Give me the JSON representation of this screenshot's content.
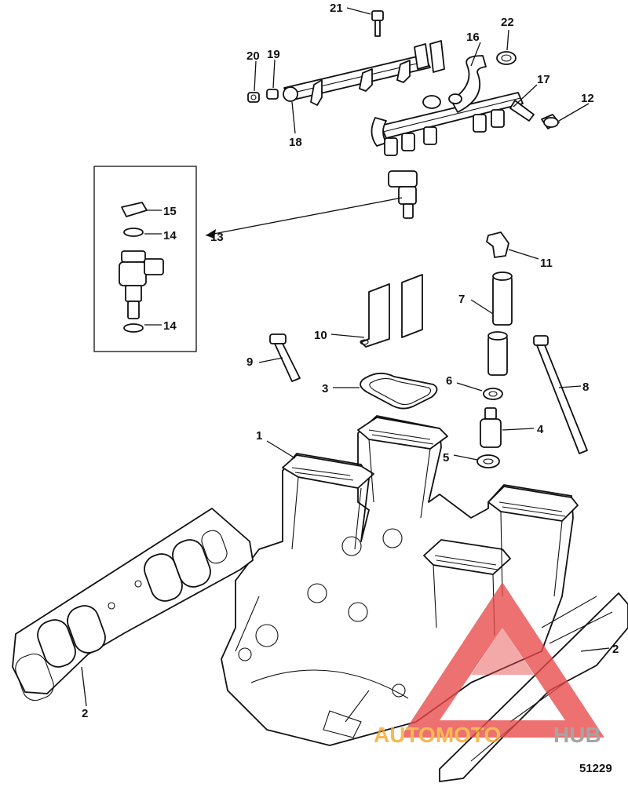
{
  "callouts": {
    "c1": "1",
    "c2a": "2",
    "c2b": "2",
    "c3": "3",
    "c4": "4",
    "c5": "5",
    "c6": "6",
    "c7": "7",
    "c8": "8",
    "c9": "9",
    "c10": "10",
    "c11": "11",
    "c12": "12",
    "c13": "13",
    "c14a": "14",
    "c14b": "14",
    "c15": "15",
    "c16": "16",
    "c17": "17",
    "c18": "18",
    "c19": "19",
    "c20": "20",
    "c21": "21",
    "c22": "22"
  },
  "figure_number": "51229",
  "watermark": {
    "word_orange": "AUTOMOTO",
    "word_gray": "HUB",
    "colors": {
      "triangle": "#e84a4a",
      "orange": "#f5a623",
      "gray": "#8c8c8c"
    }
  }
}
